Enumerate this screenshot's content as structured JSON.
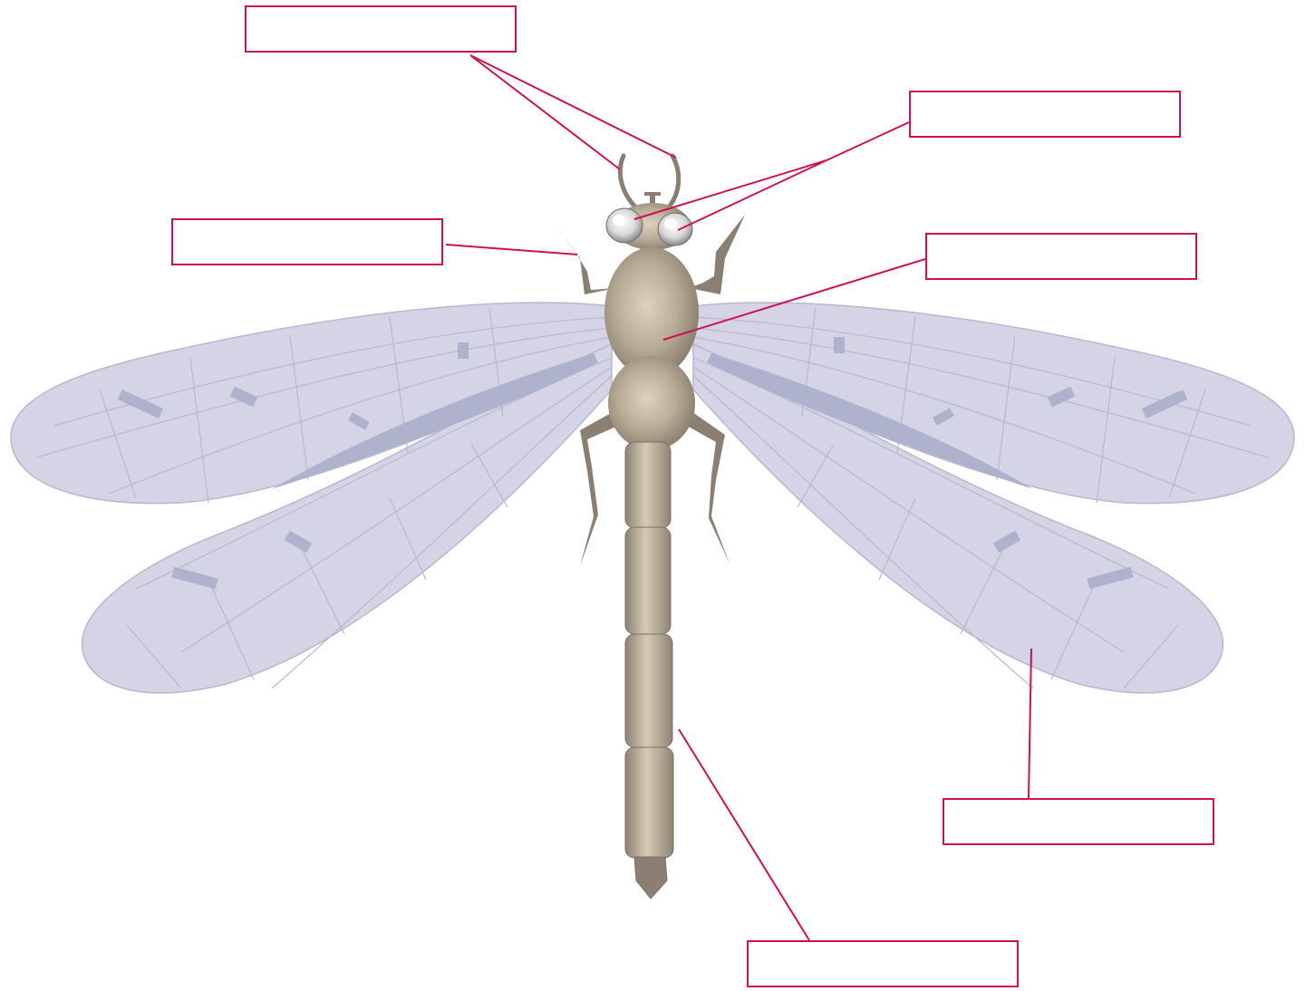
{
  "diagram": {
    "subject": "dragonfly",
    "colors": {
      "leader_line": "#cc1155",
      "wing_fill": "#d4d4e6",
      "wing_vein": "#b8b8cf",
      "wing_spot": "#aeb2cc",
      "body_light": "#d8cdb8",
      "body_mid": "#b6aa94",
      "body_dark": "#8d8273",
      "leg": "#8a7f72"
    },
    "labels": [
      {
        "id": "antennae",
        "text": ""
      },
      {
        "id": "eyes",
        "text": ""
      },
      {
        "id": "legs",
        "text": ""
      },
      {
        "id": "thorax",
        "text": ""
      },
      {
        "id": "wings",
        "text": ""
      },
      {
        "id": "abdomen",
        "text": ""
      }
    ]
  }
}
